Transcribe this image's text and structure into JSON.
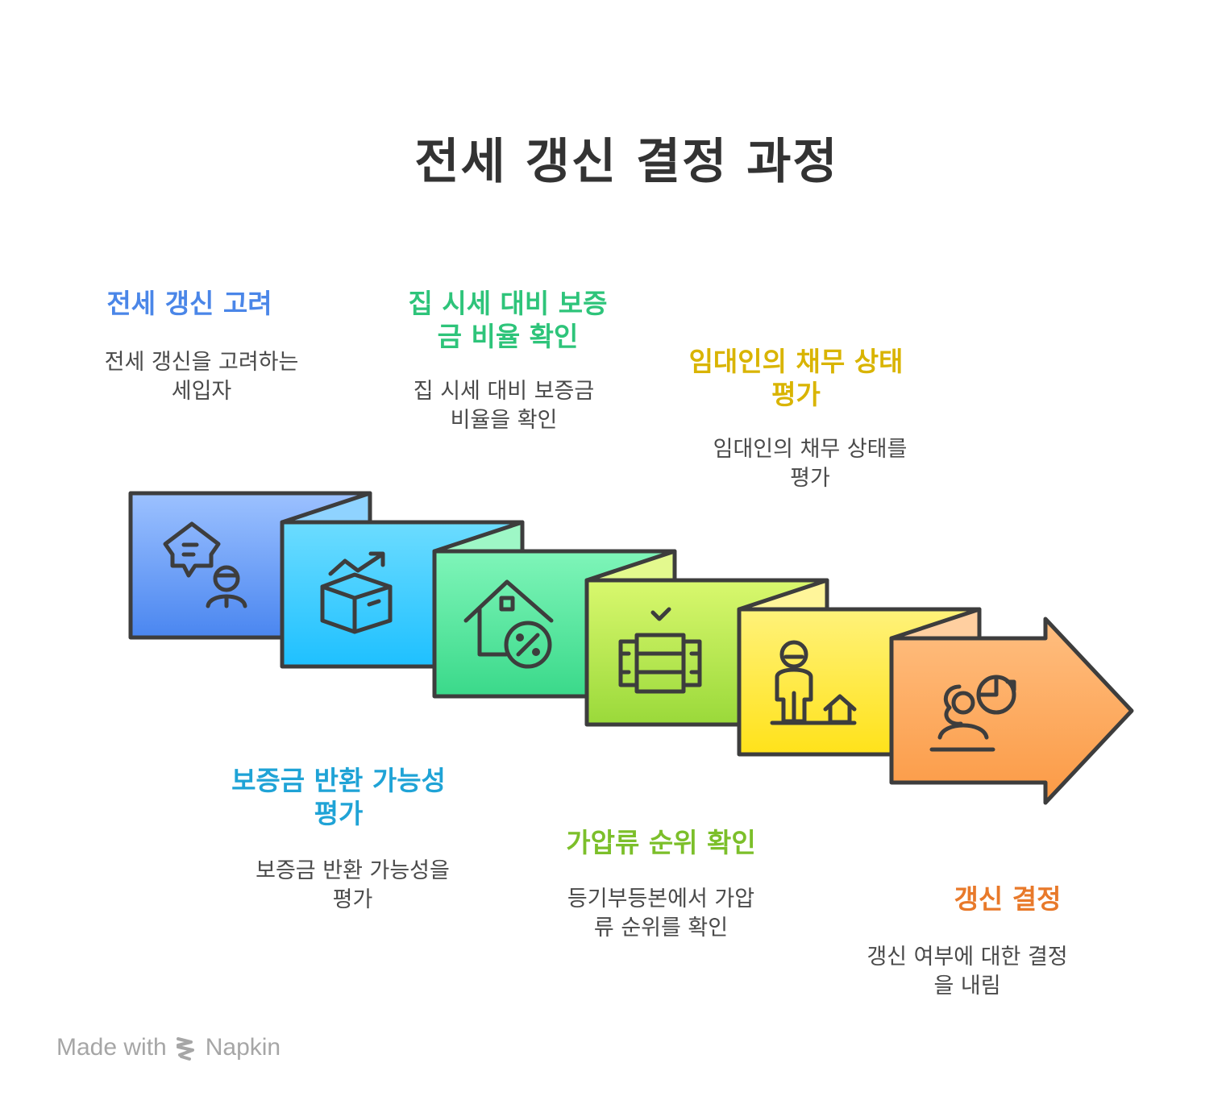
{
  "title": "전세 갱신 결정 과정",
  "steps": [
    {
      "title": "전세 갱신 고려",
      "desc": "전세 갱신을 고려하는\n세입자",
      "color": "#4a86e8",
      "icon": "house-speech-person-icon"
    },
    {
      "title": "보증금 반환 가능성\n평가",
      "desc": "보증금 반환 가능성을\n평가",
      "color": "#1fa3d6",
      "icon": "box-trend-up-icon"
    },
    {
      "title": "집 시세 대비 보증\n금 비율 확인",
      "desc": "집 시세 대비 보증금\n비율을 확인",
      "color": "#2ec47a",
      "icon": "house-percent-icon"
    },
    {
      "title": "가압류 순위 확인",
      "desc": "등기부등본에서 가압\n류 순위를 확인",
      "color": "#7cbf2a",
      "icon": "stack-check-icon"
    },
    {
      "title": "임대인의 채무 상태\n평가",
      "desc": "임대인의 채무 상태를\n평가",
      "color": "#d9b400",
      "icon": "landlord-house-icon"
    },
    {
      "title": "갱신 결정",
      "desc": "갱신 여부에 대한 결정\n을 내림",
      "color": "#e8792a",
      "icon": "person-decision-icon"
    }
  ],
  "footer": {
    "made_with": "Made with",
    "brand": "Napkin"
  }
}
